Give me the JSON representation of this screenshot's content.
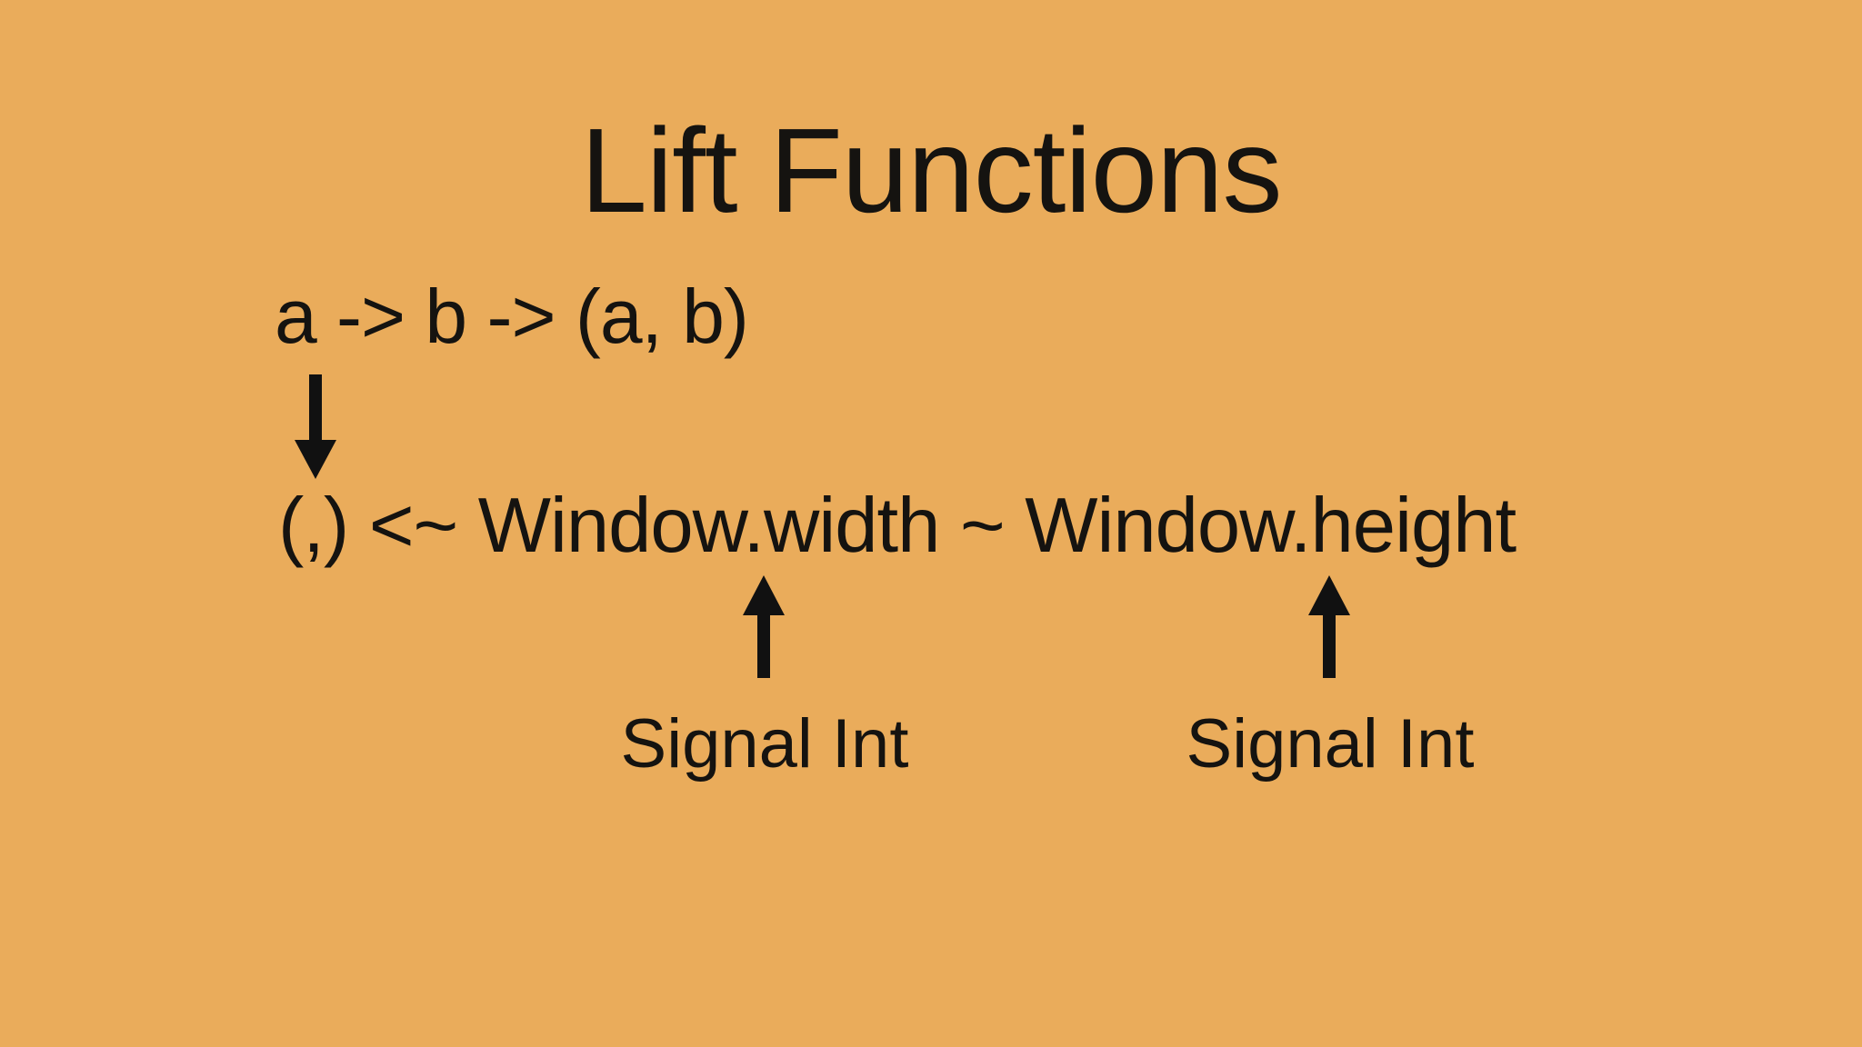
{
  "slide": {
    "title": "Lift Functions",
    "type_line": "a -> b -> (a, b)",
    "lifted_line": "(,) <~ Window.width ~ Window.height",
    "annotations": [
      {
        "label": "Signal Int",
        "points_to": "Window.width"
      },
      {
        "label": "Signal Int",
        "points_to": "Window.height"
      }
    ],
    "icons": {
      "down-arrow": "solid black downward arrow (shaft + triangle head)",
      "up-arrow": "solid black upward arrow (triangle head + shaft)"
    },
    "colors": {
      "background": "#EAAC5B",
      "text": "#151310",
      "arrow": "#111111"
    }
  }
}
